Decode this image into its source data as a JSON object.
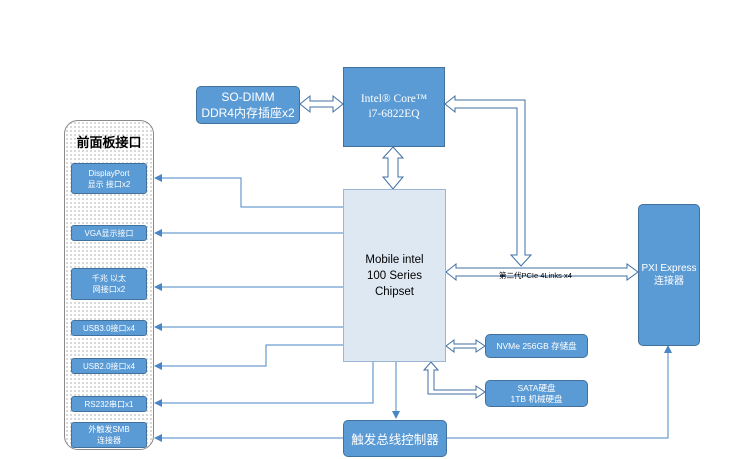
{
  "panel": {
    "title": "前面板接口",
    "ports": [
      {
        "label": "DisplayPort\n显示 接口x2"
      },
      {
        "label": "VGA显示接口"
      },
      {
        "label": "千兆 以太\n网接口x2"
      },
      {
        "label": "USB3.0接口x4"
      },
      {
        "label": "USB2.0接口x4"
      },
      {
        "label": "RS232串口x1"
      },
      {
        "label": "外触发SMB\n连接器"
      }
    ]
  },
  "nodes": {
    "sodimm": "SO-DIMM\nDDR4内存插座x2",
    "cpu": "Intel® Core™\ni7-6822EQ",
    "chipset": "Mobile intel\n100 Series\nChipset",
    "pxi": "PXI Express\n连接器",
    "nvme": "NVMe 256GB 存储盘",
    "sata": "SATA硬盘\n1TB 机械硬盘",
    "trigger_bus": "触发总线控制器"
  },
  "links": {
    "pcie_label": "第二代PCIe   4Links x4"
  },
  "colors": {
    "block_fill": "#5b9bd5",
    "block_border": "#41719c",
    "chipset_fill": "#dde8f3",
    "line": "#4a86c5",
    "double_arrow_stroke": "#3f6fa3"
  }
}
